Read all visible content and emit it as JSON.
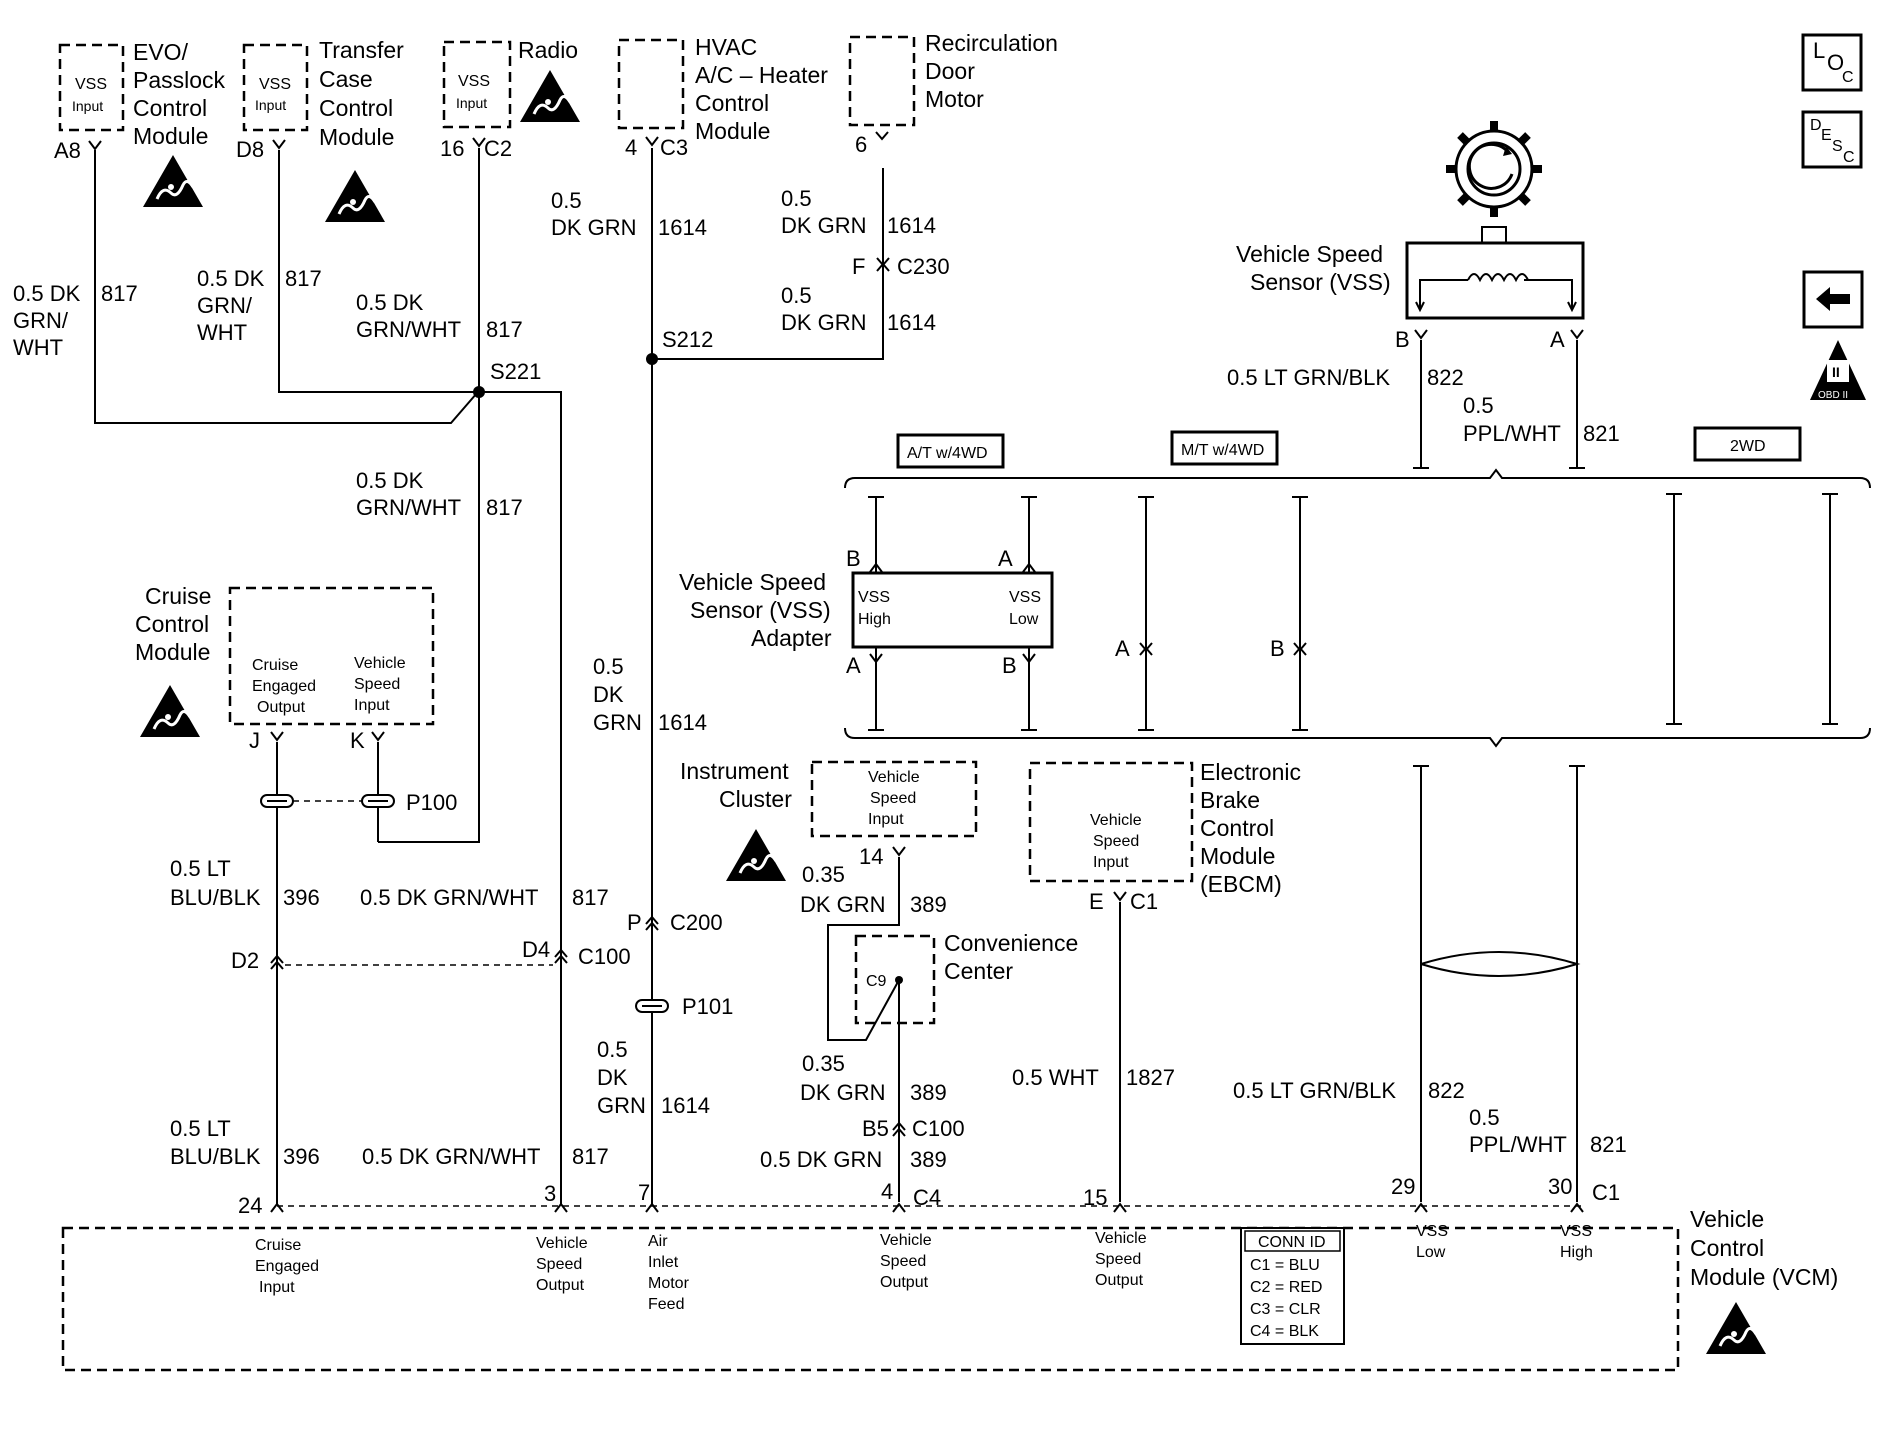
{
  "modules": {
    "evo": {
      "inner1": "VSS",
      "inner2": "Input",
      "title": [
        "EVO/",
        "Passlock",
        "Control",
        "Module"
      ],
      "pin": "A8"
    },
    "transfer_case": {
      "inner1": "VSS",
      "inner2": "Input",
      "title": [
        "Transfer",
        "Case",
        "Control",
        "Module"
      ],
      "pin": "D8"
    },
    "radio": {
      "inner1": "VSS",
      "inner2": "Input",
      "title": [
        "Radio"
      ],
      "pin": "16",
      "conn": "C2"
    },
    "hvac": {
      "title": [
        "HVAC",
        "A/C – Heater",
        "Control",
        "Module"
      ],
      "pin": "4",
      "conn": "C3"
    },
    "recirc": {
      "title": [
        "Recirculation",
        "Door",
        "Motor"
      ],
      "pin": "6"
    },
    "cruise": {
      "title": [
        "Cruise",
        "Control",
        "Module"
      ],
      "in1": [
        "Cruise",
        "Engaged",
        "Output"
      ],
      "in2": [
        "Vehicle",
        "Speed",
        "Input"
      ],
      "pin_j": "J",
      "pin_k": "K"
    },
    "vss_adapter": {
      "title": [
        "Vehicle Speed",
        "Sensor (VSS)",
        "Adapter"
      ],
      "high": [
        "VSS",
        "High"
      ],
      "low": [
        "VSS",
        "Low"
      ]
    },
    "instrument_cluster": {
      "title": [
        "Instrument",
        "Cluster"
      ],
      "inner": [
        "Vehicle",
        "Speed",
        "Input"
      ],
      "pin": "14"
    },
    "ebcm": {
      "title": [
        "Electronic",
        "Brake",
        "Control",
        "Module",
        "(EBCM)"
      ],
      "inner": [
        "Vehicle",
        "Speed",
        "Input"
      ],
      "pin": "E",
      "conn": "C1"
    },
    "convenience": {
      "title": [
        "Convenience",
        "Center"
      ],
      "inner": "C9"
    },
    "vss": {
      "title": [
        "Vehicle Speed",
        "Sensor (VSS)"
      ],
      "pin_b": "B",
      "pin_a": "A"
    },
    "vcm": {
      "title": [
        "Vehicle",
        "Control",
        "Module (VCM)"
      ]
    }
  },
  "wires": {
    "w817_evo": [
      "0.5 DK",
      "GRN/",
      "WHT",
      "817"
    ],
    "w817_tc": [
      "0.5 DK",
      "GRN/",
      "WHT",
      "817"
    ],
    "w817_radio": [
      "0.5 DK",
      "GRN/WHT",
      "817"
    ],
    "w817_mid": [
      "0.5 DK",
      "GRN/WHT",
      "817"
    ],
    "w1614_hvac": [
      "0.5",
      "DK GRN",
      "1614"
    ],
    "w1614_recirc1": [
      "0.5",
      "DK GRN",
      "1614"
    ],
    "w1614_recirc2": [
      "0.5",
      "DK GRN",
      "1614"
    ],
    "w1614_mid": [
      "0.5",
      "DK",
      "GRN",
      "1614"
    ],
    "w1614_low": [
      "0.5",
      "DK",
      "GRN",
      "1614"
    ],
    "w396_upper": [
      "0.5 LT",
      "BLU/BLK",
      "396"
    ],
    "w396_lower": [
      "0.5 LT",
      "BLU/BLK",
      "396"
    ],
    "w817_upper": [
      "0.5 DK GRN/WHT",
      "817"
    ],
    "w817_lower": [
      "0.5 DK GRN/WHT",
      "817"
    ],
    "w389_upper": [
      "0.35",
      "DK GRN",
      "389"
    ],
    "w389_mid": [
      "0.35",
      "DK GRN",
      "389"
    ],
    "w389_lower": [
      "0.5 DK GRN",
      "389"
    ],
    "w1827": [
      "0.5 WHT",
      "1827"
    ],
    "w822_top": [
      "0.5 LT GRN/BLK",
      "822"
    ],
    "w821_top": [
      "0.5",
      "PPL/WHT",
      "821"
    ],
    "w822_bot": [
      "0.5 LT GRN/BLK",
      "822"
    ],
    "w821_bot": [
      "0.5",
      "PPL/WHT",
      "821"
    ]
  },
  "splices": {
    "s221": "S221",
    "s212": "S212",
    "p100": "P100",
    "p101": "P101"
  },
  "connectors": {
    "c230": {
      "pin": "F",
      "name": "C230"
    },
    "c200": {
      "pin": "P",
      "name": "C200"
    },
    "c100a": {
      "pin": "D4",
      "name": "C100",
      "pin2": "D2"
    },
    "c100b": {
      "pin": "B5",
      "name": "C100"
    },
    "vcm_pins": {
      "p24": "24",
      "p3": "3",
      "p7": "7",
      "p4": "4",
      "c4": "C4",
      "p15": "15",
      "p29": "29",
      "p30": "30",
      "c1": "C1"
    }
  },
  "options": {
    "at4wd": "A/T w/4WD",
    "mt4wd": "M/T w/4WD",
    "twowd": "2WD"
  },
  "adapter_pins": {
    "b_top": "B",
    "a_top": "A",
    "a_bot": "A",
    "b_bot": "B",
    "mt_a": "A",
    "mt_b": "B"
  },
  "vcm_inputs": {
    "cruise": [
      "Cruise",
      "Engaged",
      "Input"
    ],
    "vso1": [
      "Vehicle",
      "Speed",
      "Output"
    ],
    "air": [
      "Air",
      "Inlet",
      "Motor",
      "Feed"
    ],
    "vso2": [
      "Vehicle",
      "Speed",
      "Output"
    ],
    "vso3": [
      "Vehicle",
      "Speed",
      "Output"
    ],
    "vss_low": [
      "VSS",
      "Low"
    ],
    "vss_high": [
      "VSS",
      "High"
    ]
  },
  "conn_id": {
    "title": "CONN ID",
    "rows": [
      "C1 = BLU",
      "C2 = RED",
      "C3 = CLR",
      "C4 = BLK"
    ]
  },
  "nav": {
    "loc": [
      "L",
      "O",
      "C"
    ],
    "desc": [
      "D",
      "E",
      "S",
      "C"
    ],
    "obd": "OBD II"
  }
}
